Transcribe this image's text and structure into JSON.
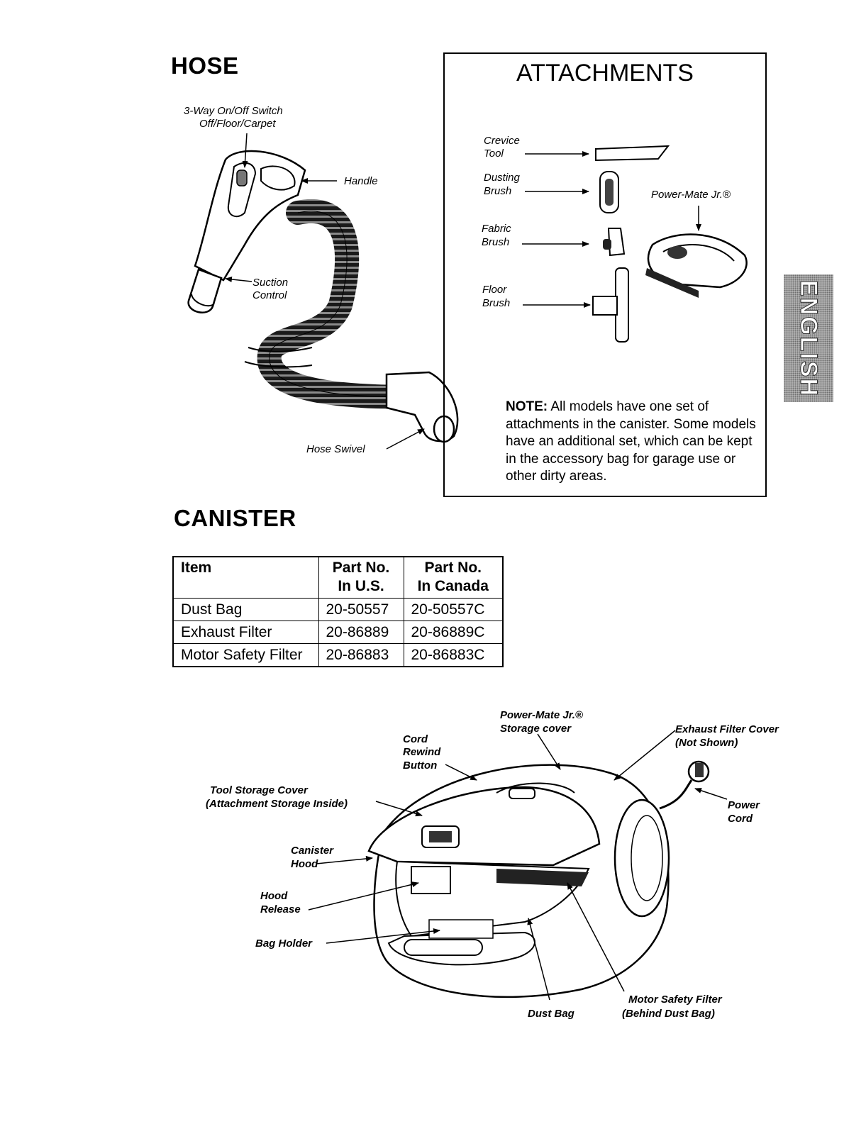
{
  "hose": {
    "heading": "HOSE",
    "labels": {
      "switch_line1": "3-Way On/Off Switch",
      "switch_line2": "Off/Floor/Carpet",
      "handle": "Handle",
      "suction_line1": "Suction",
      "suction_line2": "Control",
      "swivel": "Hose Swivel"
    }
  },
  "attachments": {
    "heading": "ATTACHMENTS",
    "items": {
      "crevice_line1": "Crevice",
      "crevice_line2": "Tool",
      "dusting_line1": "Dusting",
      "dusting_line2": "Brush",
      "fabric_line1": "Fabric",
      "fabric_line2": "Brush",
      "floor_line1": "Floor",
      "floor_line2": "Brush",
      "powermate": "Power-Mate Jr.®"
    },
    "note_label": "NOTE:",
    "note_text": " All models have one set of attachments in the canister. Some models have an additional set, which can be kept in the accessory bag for garage use or other dirty areas."
  },
  "language_tab": "ENGLISH",
  "canister": {
    "heading": "CANISTER",
    "table": {
      "headers": [
        [
          "Item",
          ""
        ],
        [
          "Part No.",
          "In U.S."
        ],
        [
          "Part No.",
          "In Canada"
        ]
      ],
      "rows": [
        [
          "Dust Bag",
          "20-50557",
          "20-50557C"
        ],
        [
          "Exhaust Filter",
          "20-86889",
          "20-86889C"
        ],
        [
          "Motor Safety Filter",
          "20-86883",
          "20-86883C"
        ]
      ]
    },
    "labels": {
      "pm_cover_line1": "Power-Mate Jr.®",
      "pm_cover_line2": "Storage cover",
      "cord_rewind_line1": "Cord",
      "cord_rewind_line2": "Rewind",
      "cord_rewind_line3": "Button",
      "exhaust_cover_line1": "Exhaust Filter Cover",
      "exhaust_cover_line2": "(Not Shown)",
      "tool_storage_line1": "Tool Storage Cover",
      "tool_storage_line2": "(Attachment Storage Inside)",
      "power_cord_line1": "Power",
      "power_cord_line2": "Cord",
      "canister_hood_line1": "Canister",
      "canister_hood_line2": "Hood",
      "hood_release_line1": "Hood",
      "hood_release_line2": "Release",
      "bag_holder": "Bag Holder",
      "dust_bag": "Dust Bag",
      "motor_filter_line1": "Motor Safety Filter",
      "motor_filter_line2": "(Behind Dust Bag)"
    }
  }
}
